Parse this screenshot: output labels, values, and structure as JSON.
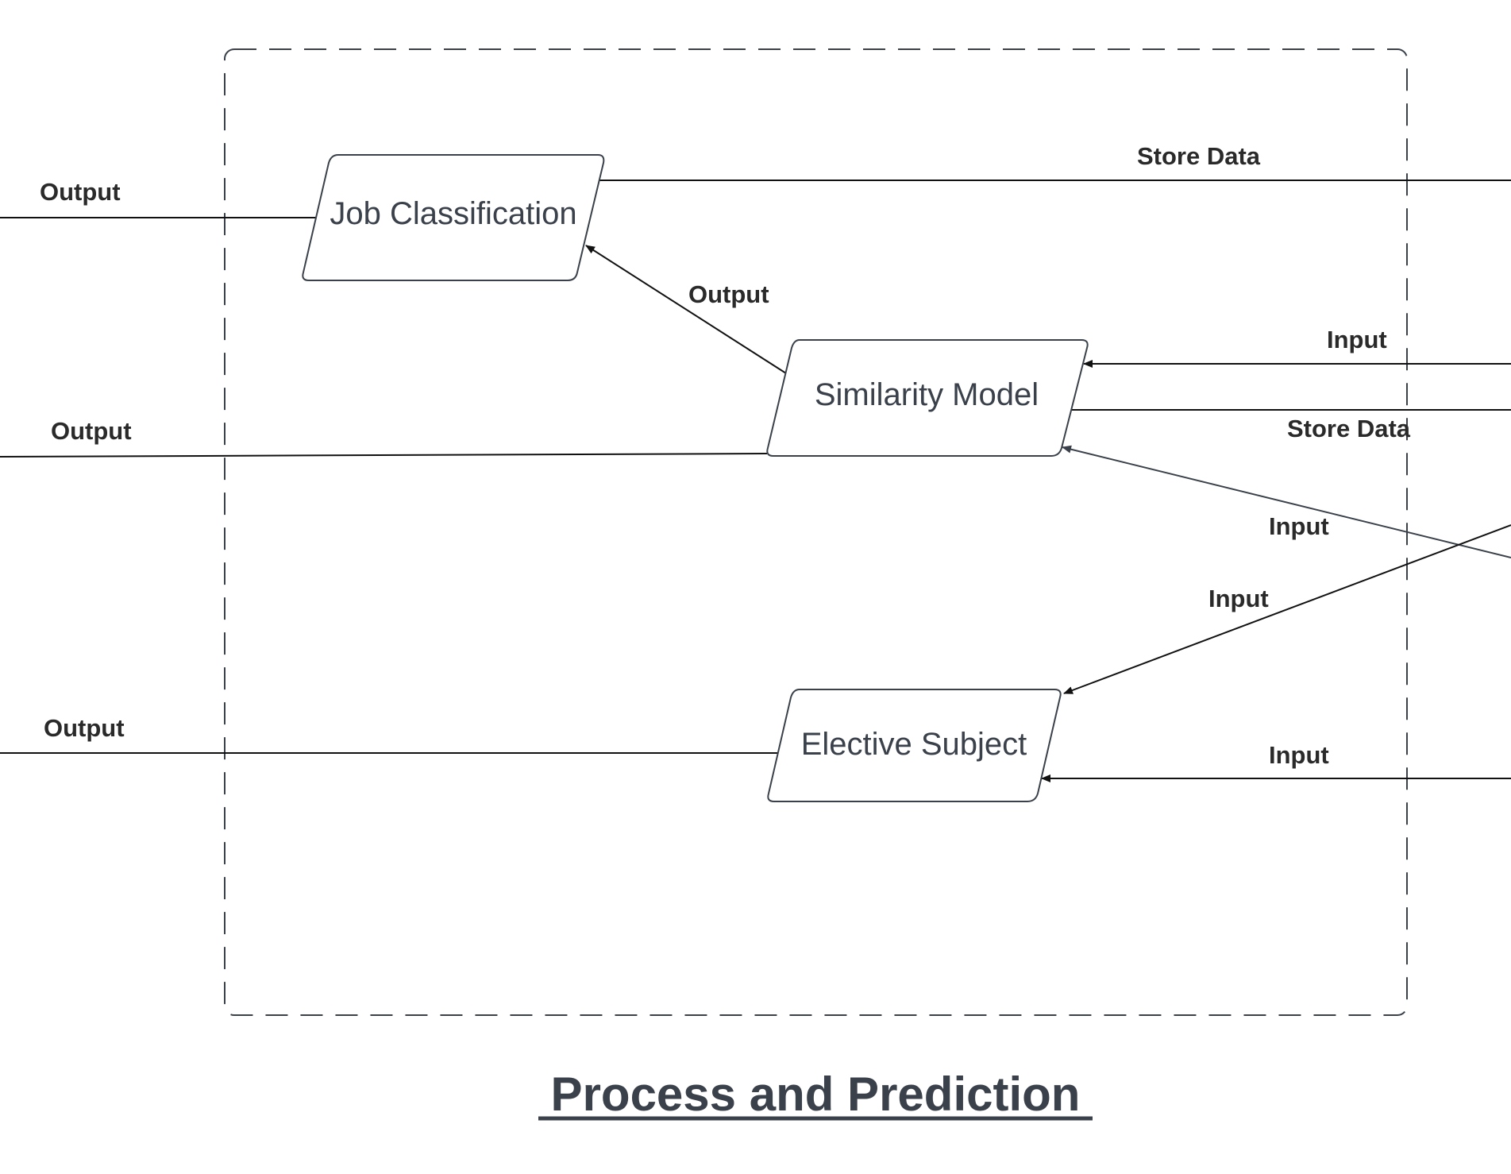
{
  "diagram": {
    "caption": "Process and Prediction",
    "nodes": {
      "job_classification": "Job Classification",
      "similarity_model": "Similarity Model",
      "elective_subject": "Elective Subject"
    },
    "edge_labels": {
      "output_job_left": "Output",
      "store_data_job": "Store Data",
      "output_sim_to_job": "Output",
      "input_sim_top": "Input",
      "store_data_sim": "Store Data",
      "output_sim_left": "Output",
      "input_sim_diag": "Input",
      "input_elective_diag": "Input",
      "output_elective_left": "Output",
      "input_elective_bottom": "Input"
    },
    "colors": {
      "shape_stroke": "#3a414a",
      "edge_stroke": "#111111",
      "text": "#3a414a",
      "label": "#2a2a2a"
    }
  }
}
